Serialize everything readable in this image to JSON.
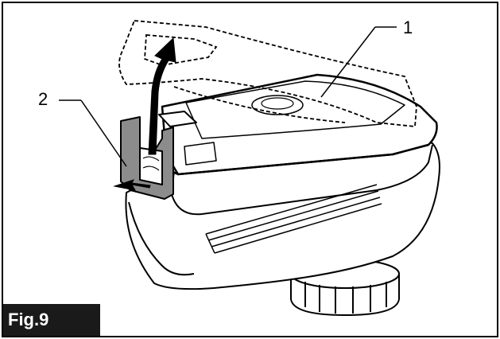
{
  "figure": {
    "label": "Fig.9",
    "callouts": [
      {
        "number": "1",
        "target": "battery-cover"
      },
      {
        "number": "2",
        "target": "release-hook"
      }
    ]
  },
  "colors": {
    "line": "#000000",
    "hook_gray": "#8c8c8c",
    "label_bg": "#1a1a1a"
  }
}
